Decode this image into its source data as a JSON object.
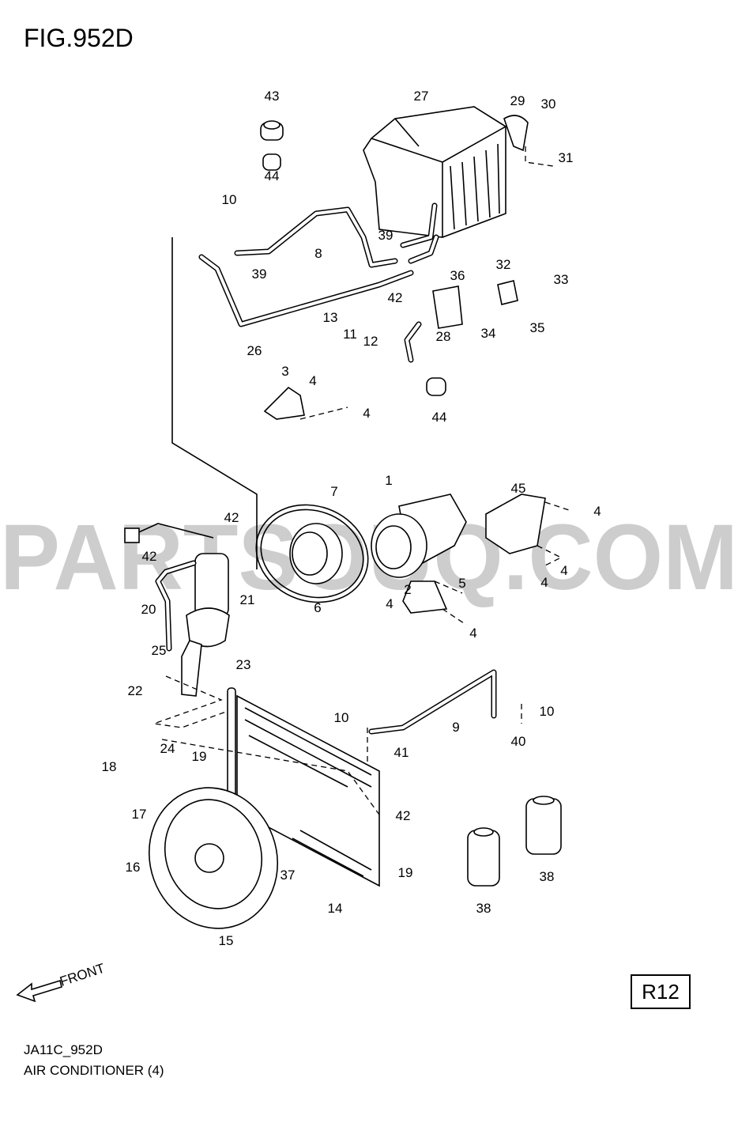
{
  "figure_title": "FIG.952D",
  "watermark": "PARTSOUQ.COM",
  "front_label": "FRONT",
  "refrigerant_badge": "R12",
  "footer": {
    "code": "JA11C_952D",
    "section": "AIR CONDITIONER (4)"
  },
  "callouts": [
    "43",
    "44",
    "27",
    "29",
    "30",
    "31",
    "10",
    "8",
    "39",
    "39",
    "42",
    "36",
    "32",
    "33",
    "13",
    "11",
    "12",
    "28",
    "34",
    "35",
    "26",
    "3",
    "4",
    "4",
    "44",
    "7",
    "1",
    "45",
    "4",
    "42",
    "42",
    "4",
    "4",
    "2",
    "5",
    "21",
    "6",
    "20",
    "4",
    "4",
    "25",
    "23",
    "22",
    "10",
    "9",
    "10",
    "41",
    "40",
    "24",
    "19",
    "18",
    "17",
    "42",
    "16",
    "37",
    "19",
    "38",
    "14",
    "38",
    "15"
  ]
}
